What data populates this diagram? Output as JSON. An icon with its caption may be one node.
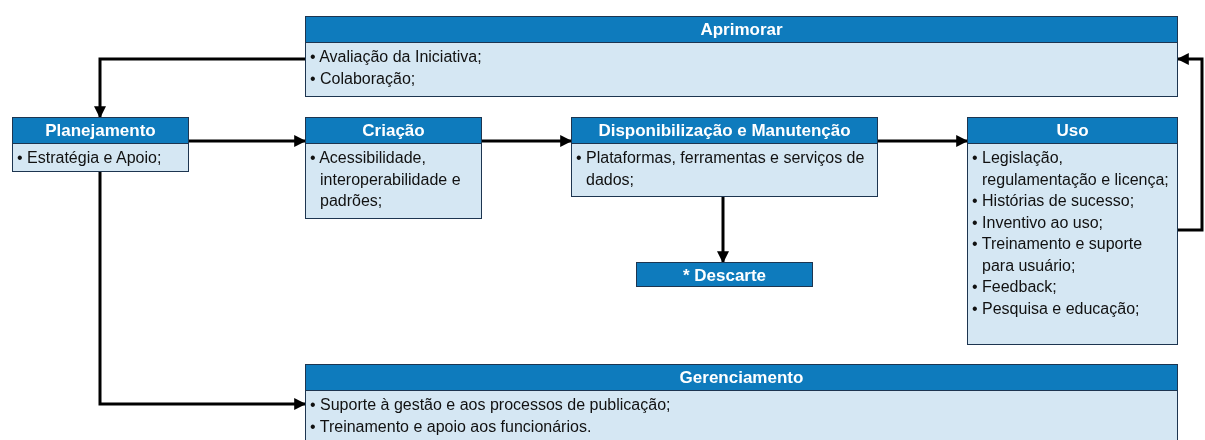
{
  "diagram": {
    "nodes": [
      {
        "text": [
          "Aprimorar",
          "• Avaliação da Iniciativa;",
          "• Colaboração;"
        ]
      },
      {
        "text": [
          "Planejamento",
          "• Estratégia e Apoio;"
        ]
      },
      {
        "text": [
          "Criação",
          "• Acessibilidade, interoperabilidade e padrões;"
        ]
      },
      {
        "text": [
          "Disponibilização e Manutenção",
          "• Plataformas, ferramentas e serviços de dados;"
        ]
      },
      {
        "text": [
          "* Descarte"
        ]
      },
      {
        "text": [
          "Uso",
          "• Legislação, regulamentação e licença;",
          "• Histórias de sucesso;",
          "• Inventivo ao uso;",
          "• Treinamento e suporte para usuário;",
          "• Feedback;",
          "• Pesquisa e educação;"
        ]
      },
      {
        "text": [
          "Gerenciamento",
          "• Suporte à gestão e aos processos de publicação;",
          "• Treinamento e apoio aos funcionários."
        ]
      }
    ],
    "edges": [
      {
        "from": 0,
        "to": 1,
        "arrow": "to"
      },
      {
        "from": 1,
        "to": 2,
        "arrow": "to"
      },
      {
        "from": 2,
        "to": 3,
        "arrow": "to"
      },
      {
        "from": 3,
        "to": 5,
        "arrow": "to"
      },
      {
        "from": 3,
        "to": 4,
        "arrow": "to"
      },
      {
        "from": 1,
        "to": 6,
        "arrow": "to"
      },
      {
        "from": 5,
        "to": 0,
        "arrow": "to"
      }
    ]
  }
}
